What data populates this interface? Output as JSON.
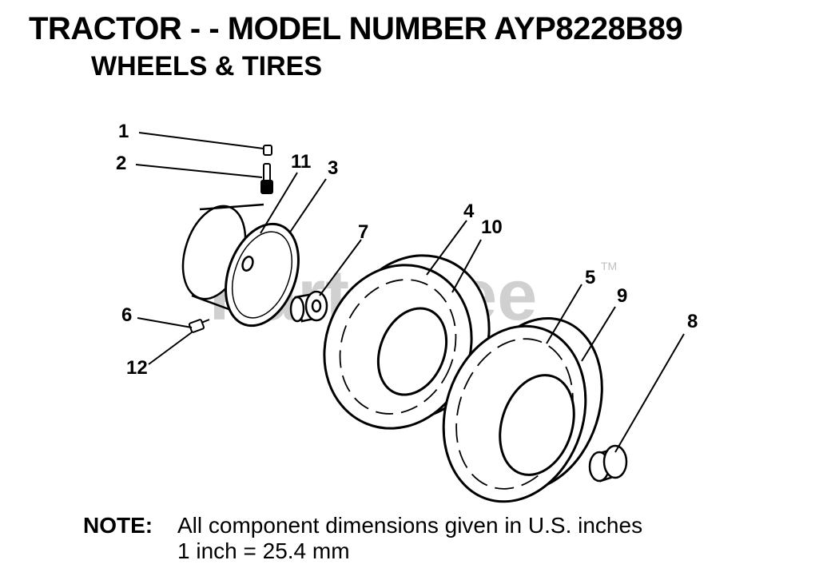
{
  "header": {
    "title": "TRACTOR - - MODEL NUMBER AYP8228B89",
    "subtitle": "WHEELS & TIRES"
  },
  "watermark": {
    "text": "PartsTree",
    "tm": "TM"
  },
  "callouts": [
    "1",
    "2",
    "3",
    "4",
    "5",
    "6",
    "7",
    "8",
    "9",
    "10",
    "11",
    "12"
  ],
  "note": {
    "label": "NOTE:",
    "line1": "All component dimensions given in U.S. inches",
    "line2": "1 inch = 25.4 mm"
  }
}
